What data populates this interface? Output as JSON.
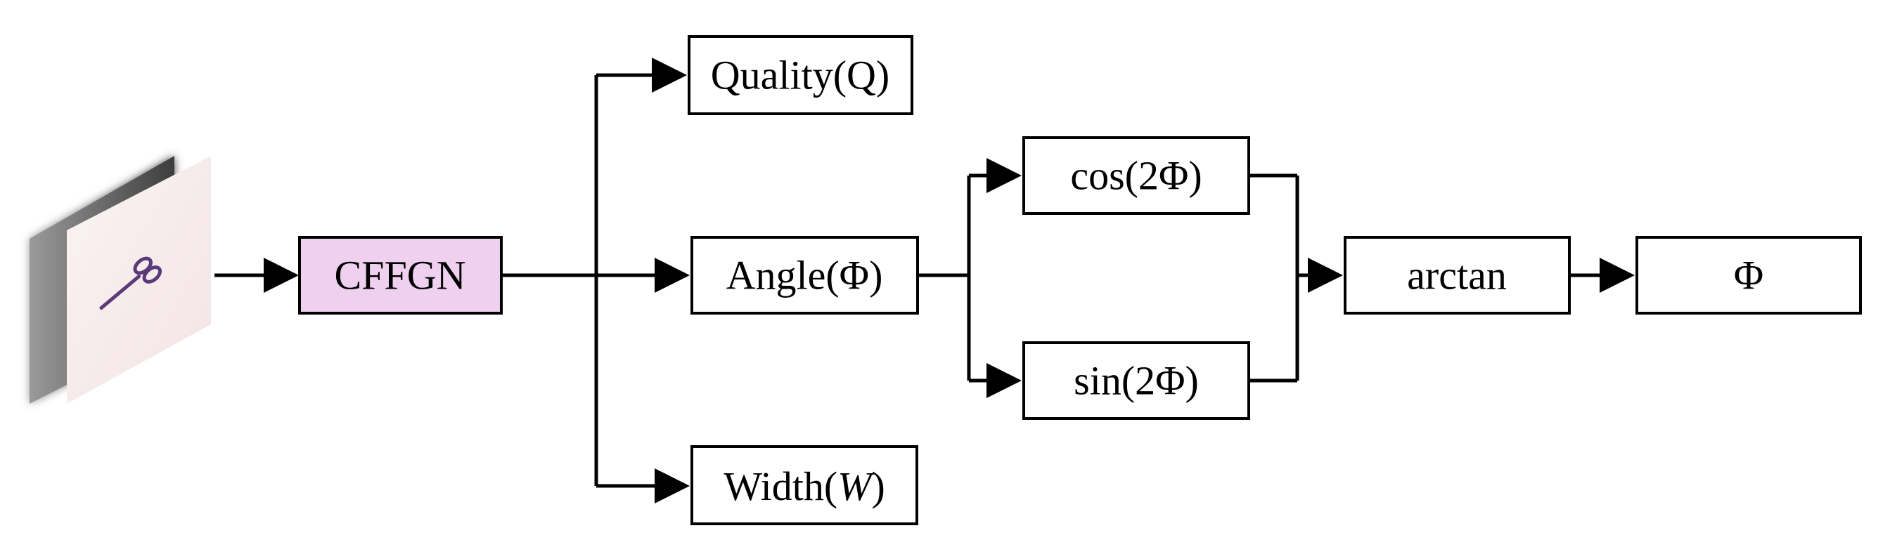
{
  "diagram": {
    "input_image": {
      "icon": "scissors-icon",
      "description_visible": false
    },
    "nodes": {
      "cffgn": {
        "label": "CFFGN",
        "fill": "#efd0ef"
      },
      "quality": {
        "label": "Quality(Q)"
      },
      "angle": {
        "label": "Angle(Φ)"
      },
      "width": {
        "label_prefix": "Width(",
        "label_var": "W",
        "label_suffix": ")"
      },
      "cos": {
        "label": "cos(2Φ)"
      },
      "sin": {
        "label": "sin(2Φ)"
      },
      "arctan": {
        "label": "arctan"
      },
      "phi": {
        "label": "Φ"
      }
    },
    "colors": {
      "cffgn_fill": "#efd0ef",
      "stroke": "#000000",
      "background": "#ffffff",
      "photo_paper": "#f7ecec",
      "scissors": "#5b3a7a"
    }
  }
}
